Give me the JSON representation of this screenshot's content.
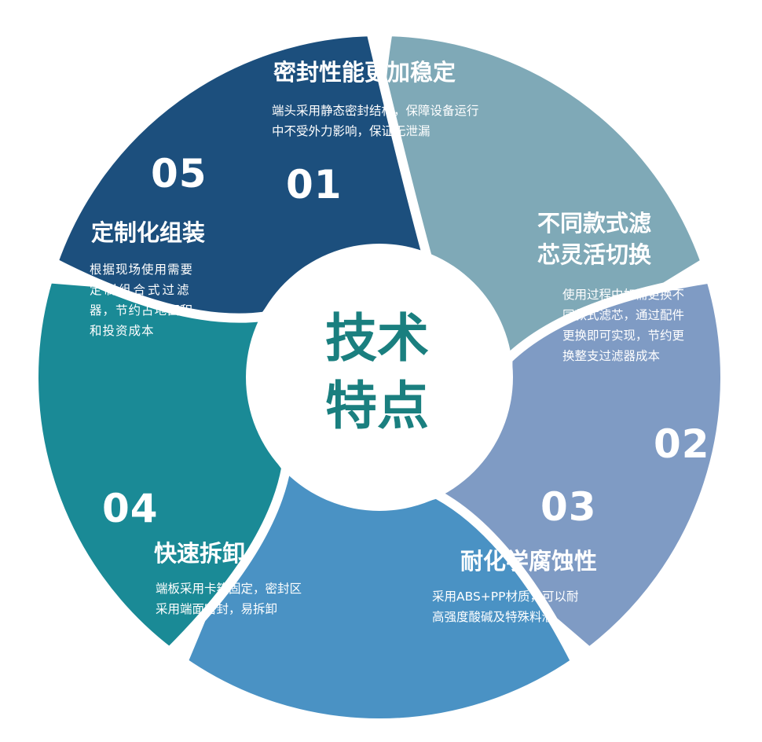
{
  "center": {
    "line1": "技术",
    "line2": "特点"
  },
  "colors": {
    "segment_01": "#7fa9b7",
    "segment_02": "#7f9bc4",
    "segment_03": "#4a92c4",
    "segment_04": "#1a8a96",
    "segment_05": "#1c4f7d",
    "center_text": "#1a7f7f"
  },
  "features": [
    {
      "number": "01",
      "title": "密封性能更加稳定",
      "desc_lines": [
        "端头采用静态密封结构，保障设备运行",
        "中不受外力影响，保证无泄漏"
      ]
    },
    {
      "number": "02",
      "title_lines": [
        "不同款式滤",
        "芯灵活切换"
      ],
      "desc_lines": [
        "使用过程中如需更换不",
        "同款式滤芯，通过配件",
        "更换即可实现，节约更",
        "换整支过滤器成本"
      ]
    },
    {
      "number": "03",
      "title": "耐化学腐蚀性",
      "desc_lines": [
        "采用ABS+PP材质，可以耐",
        "高强度酸碱及特殊料液"
      ]
    },
    {
      "number": "04",
      "title": "快速拆卸",
      "desc_lines": [
        "端板采用卡箍固定，密封区",
        "采用端面密封，易拆卸"
      ]
    },
    {
      "number": "05",
      "title": "定制化组装",
      "desc_lines": [
        "根据现场使用需要",
        "定制组合式过滤",
        "器，节约占地面积",
        "和投资成本"
      ]
    }
  ]
}
